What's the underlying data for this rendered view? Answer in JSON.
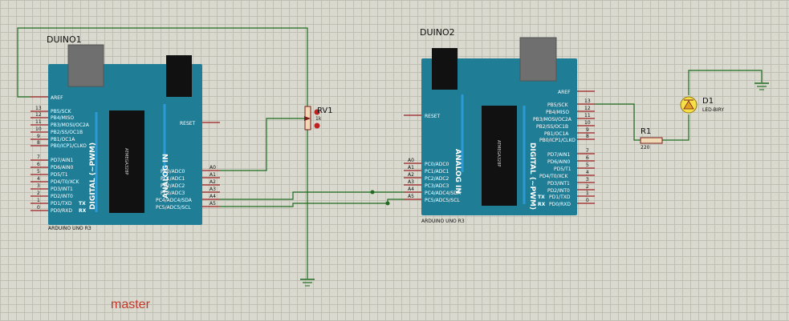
{
  "master_label": "master",
  "duino1": {
    "name": "DUINO1",
    "model": "ARDUINO UNO R3",
    "aref": "AREF",
    "reset": "RESET",
    "digital_header": "DIGITAL (~PWM)",
    "analog_header": "ANALOG IN",
    "tx": "TX",
    "rx": "RX",
    "digital_pins": [
      {
        "num": "13",
        "label": "PB5/SCK"
      },
      {
        "num": "12",
        "label": "PB4/MISO"
      },
      {
        "num": "11",
        "label": "PB3/MOSI/OC2A"
      },
      {
        "num": "10",
        "label": "PB2/SS/OC1B"
      },
      {
        "num": "9",
        "label": "PB1/OC1A"
      },
      {
        "num": "8",
        "label": "PB0/ICP1/CLKO"
      },
      {
        "num": "7",
        "label": "PD7/AIN1"
      },
      {
        "num": "6",
        "label": "PD6/AIN0"
      },
      {
        "num": "5",
        "label": "PD5/T1"
      },
      {
        "num": "4",
        "label": "PD4/T0/XCK"
      },
      {
        "num": "3",
        "label": "PD3/INT1"
      },
      {
        "num": "2",
        "label": "PD2/INT0"
      },
      {
        "num": "1",
        "label": "PD1/TXD"
      },
      {
        "num": "0",
        "label": "PD0/RXD"
      }
    ],
    "analog_pins": [
      {
        "num": "A0",
        "label": "PC0/ADC0"
      },
      {
        "num": "A1",
        "label": "PC1/ADC1"
      },
      {
        "num": "A2",
        "label": "PC2/ADC2"
      },
      {
        "num": "A3",
        "label": "PC3/ADC3"
      },
      {
        "num": "A4",
        "label": "PC4/ADC4/SDA"
      },
      {
        "num": "A5",
        "label": "PC5/ADC5/SCL"
      }
    ]
  },
  "duino2": {
    "name": "DUINO2",
    "model": "ARDUINO UNO R3",
    "aref": "AREF",
    "reset": "RESET",
    "digital_header": "DIGITAL (~PWM)",
    "analog_header": "ANALOG IN",
    "tx": "TX",
    "rx": "RX",
    "digital_pins": [
      {
        "num": "13",
        "label": "PB5/SCK"
      },
      {
        "num": "12",
        "label": "PB4/MISO"
      },
      {
        "num": "11",
        "label": "PB3/MOSI/OC2A"
      },
      {
        "num": "10",
        "label": "PB2/SS/OC1B"
      },
      {
        "num": "9",
        "label": "PB1/OC1A"
      },
      {
        "num": "8",
        "label": "PB0/ICP1/CLKO"
      },
      {
        "num": "7",
        "label": "PD7/AIN1"
      },
      {
        "num": "6",
        "label": "PD6/AIN0"
      },
      {
        "num": "5",
        "label": "PD5/T1"
      },
      {
        "num": "4",
        "label": "PD4/T0/XCK"
      },
      {
        "num": "3",
        "label": "PD3/INT1"
      },
      {
        "num": "2",
        "label": "PD2/INT0"
      },
      {
        "num": "1",
        "label": "PD1/TXD"
      },
      {
        "num": "0",
        "label": "PD0/RXD"
      }
    ],
    "analog_pins": [
      {
        "num": "A0",
        "label": "PC0/ADC0"
      },
      {
        "num": "A1",
        "label": "PC1/ADC1"
      },
      {
        "num": "A2",
        "label": "PC2/ADC2"
      },
      {
        "num": "A3",
        "label": "PC3/ADC3"
      },
      {
        "num": "A4",
        "label": "PC4/ADC4/SDA"
      },
      {
        "num": "A5",
        "label": "PC5/ADC5/SCL"
      }
    ]
  },
  "rv1": {
    "name": "RV1",
    "value": "1k"
  },
  "r1": {
    "name": "R1",
    "value": "220"
  },
  "d1": {
    "name": "D1",
    "part": "LED-BIRY"
  },
  "colors": {
    "board": "#1f7d96",
    "board_dark": "#17647a",
    "wire": "#1f6b1f",
    "pin": "#9a2020",
    "master": "#c0392b",
    "led": "#f4e14a"
  }
}
